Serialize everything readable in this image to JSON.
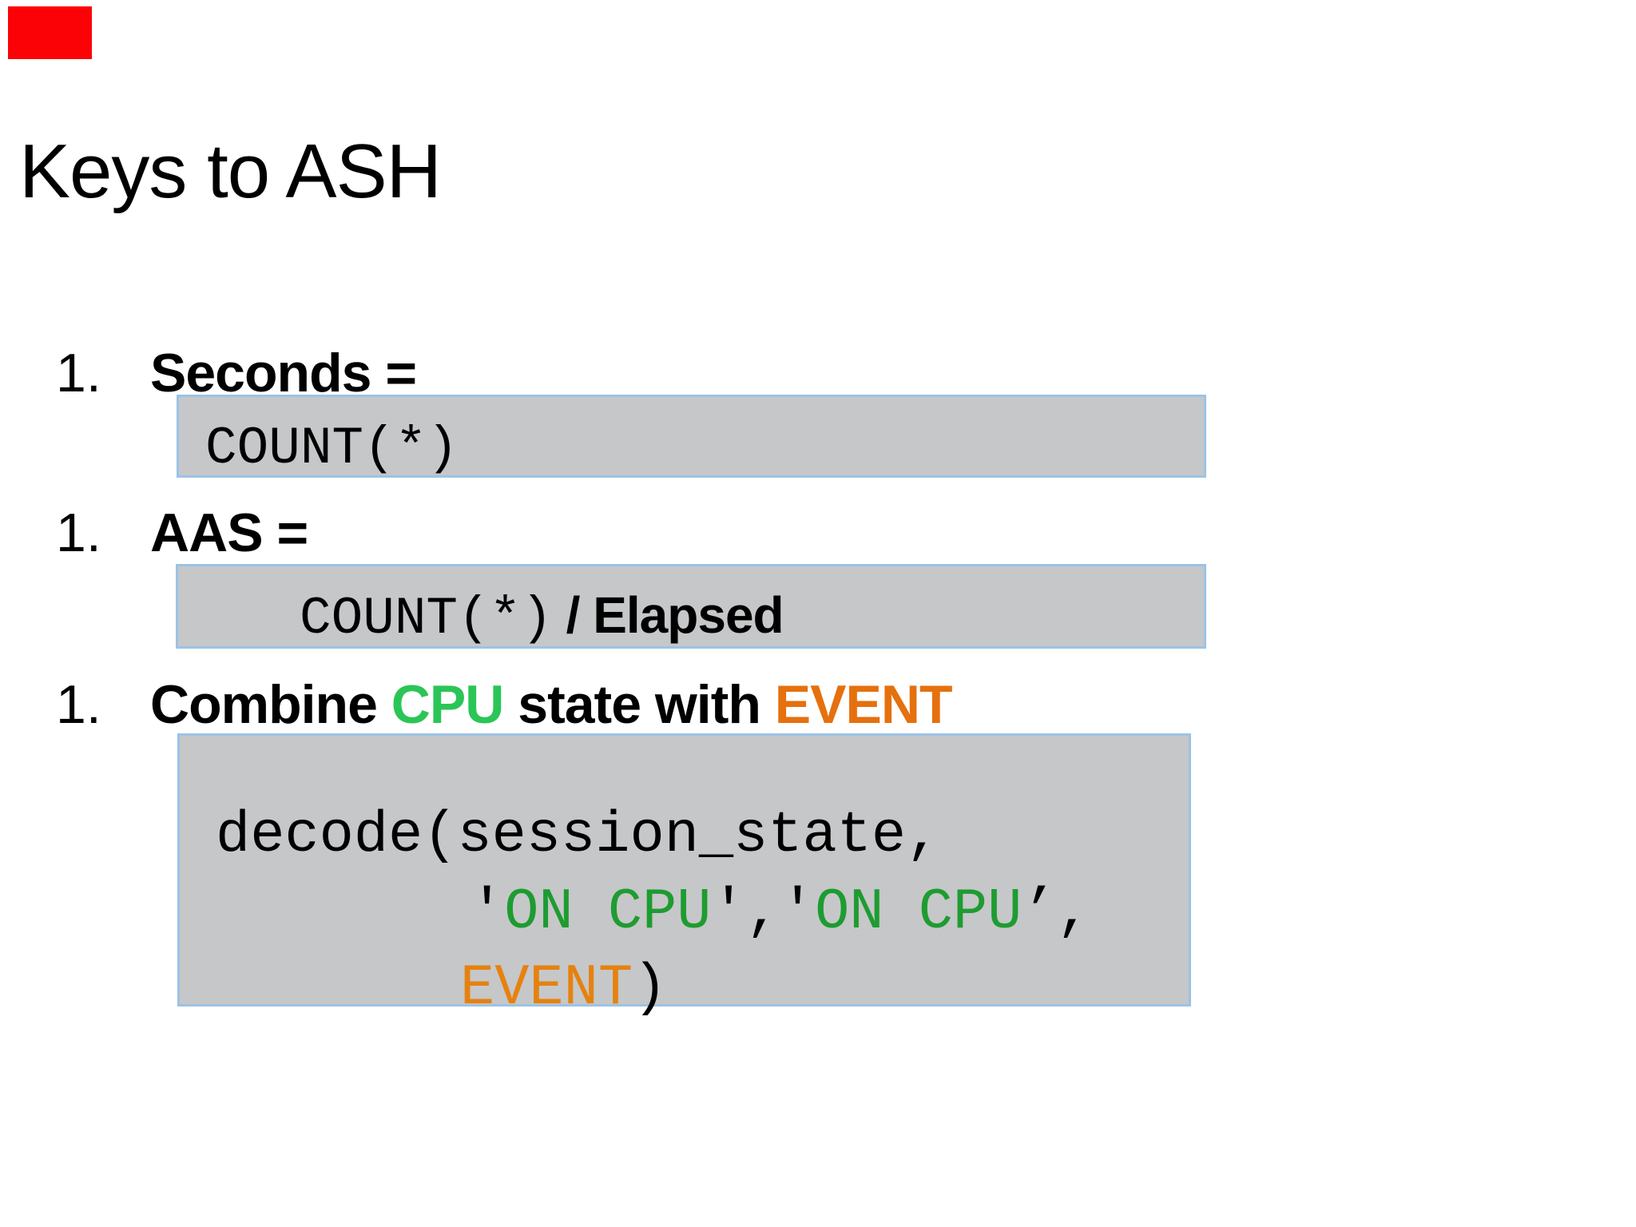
{
  "colors": {
    "red_bar": "#FB0207",
    "box_fill": "#C6C7C9",
    "box_border": "#9CC3E5",
    "green_bullet": "#2BC557",
    "orange_bullet": "#E5700E",
    "green_code": "#1E9C30",
    "orange_code": "#E5820F",
    "text": "#000000"
  },
  "title": "Keys to ASH",
  "items": [
    {
      "number": "1.",
      "text": "Seconds ="
    },
    {
      "number": "1.",
      "text": "AAS ="
    },
    {
      "number": "1.",
      "parts": [
        {
          "text": "Combine ",
          "color": "#000000"
        },
        {
          "text": "CPU",
          "color": "#2BC557"
        },
        {
          "text": " state with ",
          "color": "#000000"
        },
        {
          "text": "EVENT",
          "color": "#E5700E"
        }
      ]
    }
  ],
  "code_boxes": {
    "box1": {
      "line1": [
        {
          "text": "COUNT(*)",
          "color": "#000000"
        }
      ]
    },
    "box2": {
      "line1": [
        {
          "text": "COUNT(*)",
          "color": "#000000"
        },
        {
          "text": " / Elapsed",
          "color": "#000000",
          "font": "sans"
        }
      ]
    },
    "box3": {
      "line1": [
        {
          "text": "decode(session_state,",
          "color": "#000000"
        }
      ],
      "line2": [
        {
          "text": "'",
          "color": "#000000"
        },
        {
          "text": "ON CPU",
          "color": "#1E9C30"
        },
        {
          "text": "','",
          "color": "#000000"
        },
        {
          "text": "ON CPU",
          "color": "#1E9C30"
        },
        {
          "text": "’,",
          "color": "#000000"
        }
      ],
      "line3": [
        {
          "text": "EVENT",
          "color": "#E5820F"
        },
        {
          "text": ")",
          "color": "#000000"
        }
      ]
    }
  }
}
